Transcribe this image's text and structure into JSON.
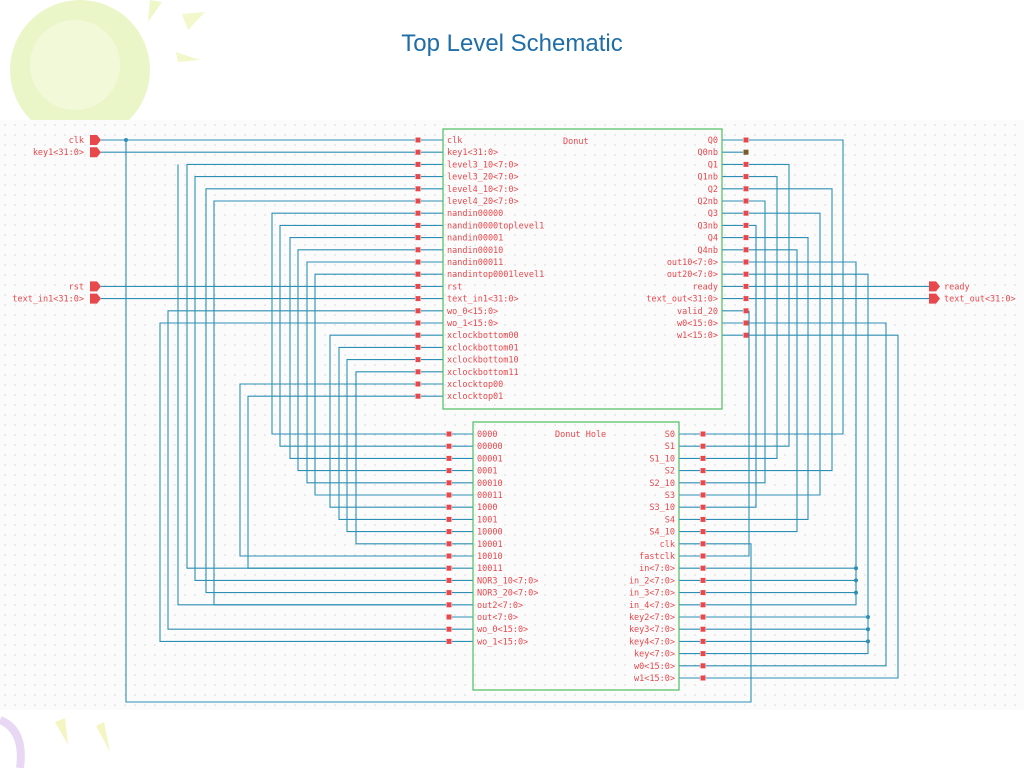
{
  "title": "Top Level Schematic",
  "colors": {
    "wire": "#2d8fb5",
    "box": "#4cbf60",
    "pin": "#e8474c",
    "title": "#1f6ea8"
  },
  "top_inputs": [
    "clk",
    "key1<31:0>"
  ],
  "mid_inputs": [
    "rst",
    "text_in1<31:0>"
  ],
  "outputs": [
    "ready",
    "text_out<31:0>"
  ],
  "donut": {
    "name": "Donut",
    "left_pins": [
      "clk",
      "key1<31:0>",
      "level3_10<7:0>",
      "level3_20<7:0>",
      "level4_10<7:0>",
      "level4_20<7:0>",
      "nandin00000",
      "nandin0000toplevel1",
      "nandin00001",
      "nandin00010",
      "nandin00011",
      "nandintop0001level1",
      "rst",
      "text_in1<31:0>",
      "wo_0<15:0>",
      "wo_1<15:0>",
      "xclockbottom00",
      "xclockbottom01",
      "xclockbottom10",
      "xclockbottom11",
      "xclocktop00",
      "xclocktop01"
    ],
    "right_pins": [
      "Q0",
      "Q0nb",
      "Q1",
      "Q1nb",
      "Q2",
      "Q2nb",
      "Q3",
      "Q3nb",
      "Q4",
      "Q4nb",
      "out10<7:0>",
      "out20<7:0>",
      "ready",
      "text_out<31:0>",
      "valid_20",
      "w0<15:0>",
      "w1<15:0>"
    ]
  },
  "hole": {
    "name": "Donut Hole",
    "left_pins": [
      "0000",
      "00000",
      "00001",
      "0001",
      "00010",
      "00011",
      "1000",
      "1001",
      "10000",
      "10001",
      "10010",
      "10011",
      "NOR3_10<7:0>",
      "NOR3_20<7:0>",
      "out2<7:0>",
      "out<7:0>",
      "wo_0<15:0>",
      "wo_1<15:0>"
    ],
    "right_pins": [
      "S0",
      "S1",
      "S1_10",
      "S2",
      "S2_10",
      "S3",
      "S3_10",
      "S4",
      "S4_10",
      "clk",
      "fastclk",
      "in<7:0>",
      "in_2<7:0>",
      "in_3<7:0>",
      "in_4<7:0>",
      "key2<7:0>",
      "key3<7:0>",
      "key4<7:0>",
      "key<7:0>",
      "w0<15:0>",
      "w1<15:0>"
    ]
  }
}
